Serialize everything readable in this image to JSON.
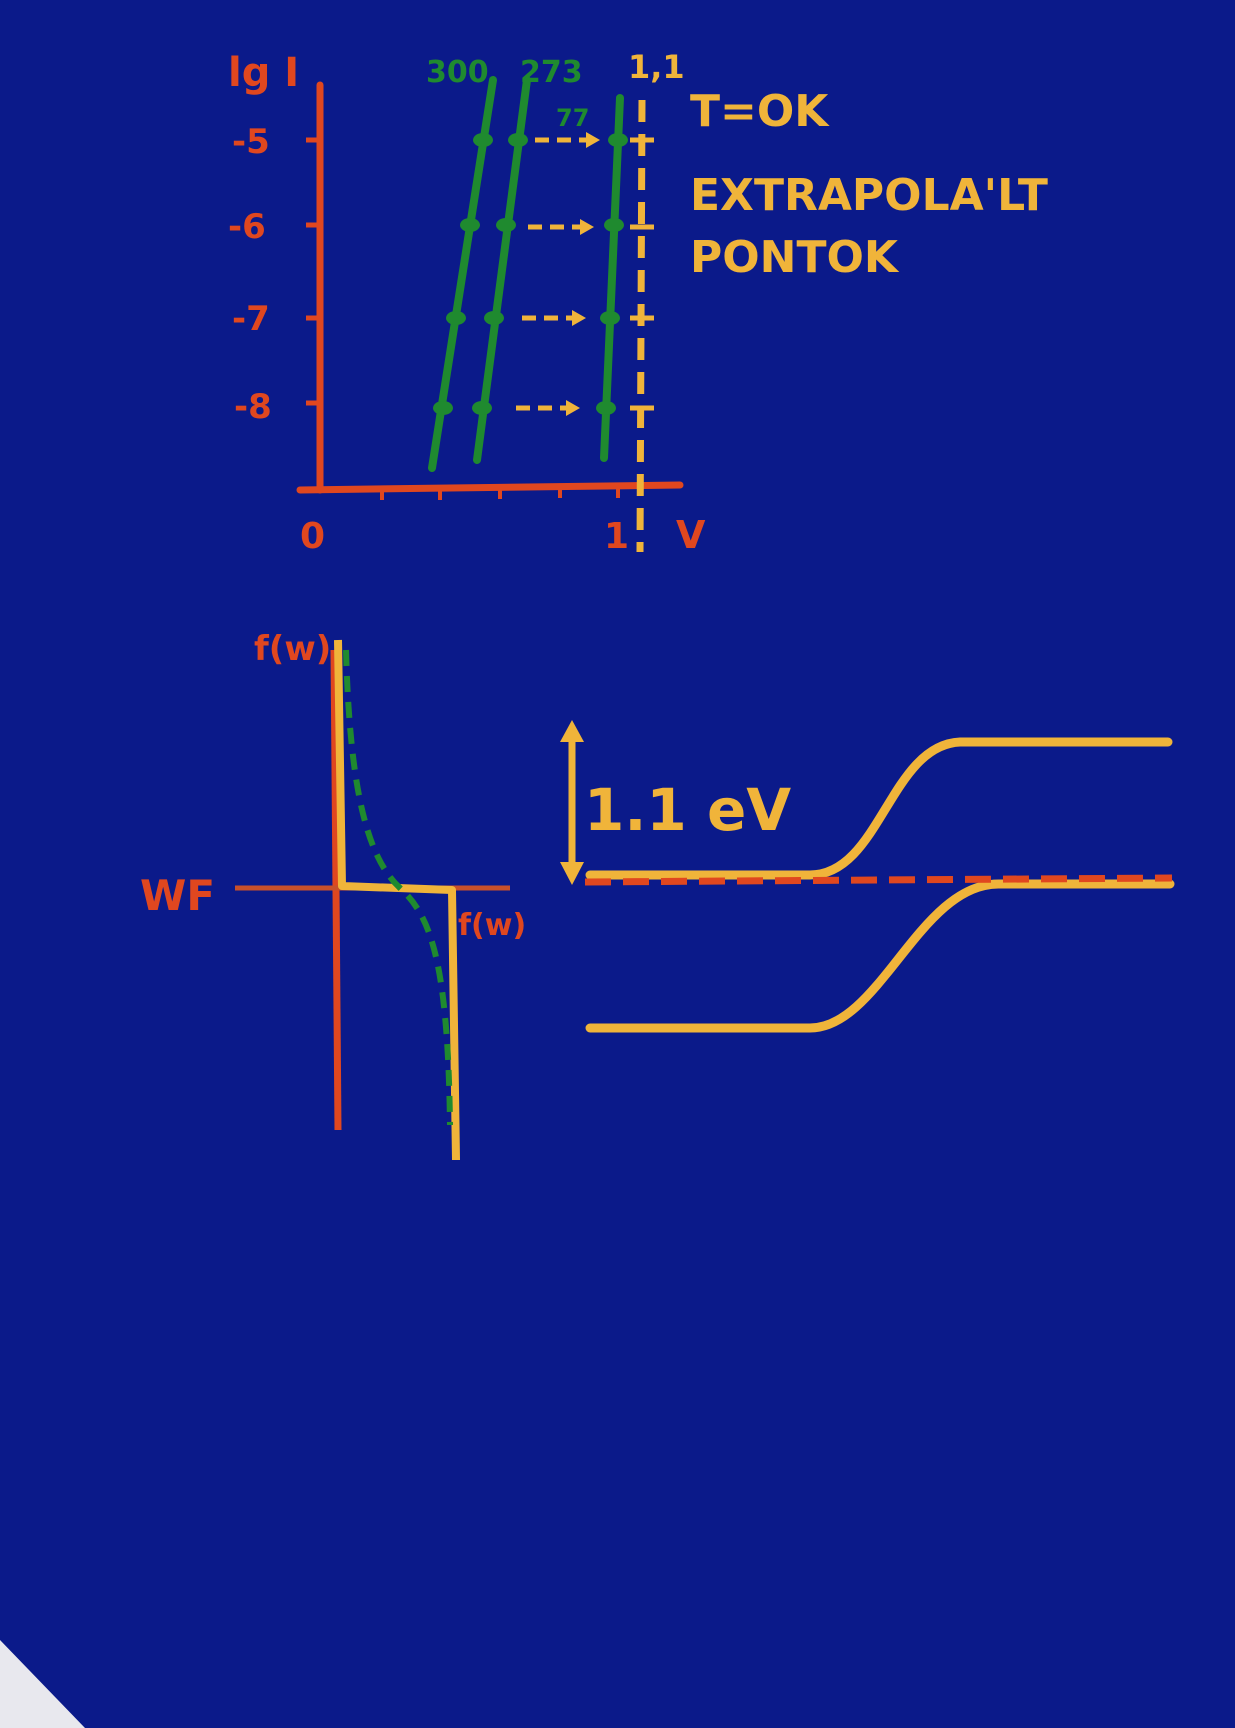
{
  "colors": {
    "background": "#0b1a8a",
    "red": "#e0471f",
    "green": "#1f8a2f",
    "yellow": "#f0b43a"
  },
  "top_plot": {
    "y_axis_label": "lg I",
    "y_ticks": [
      "-5",
      "-6",
      "-7",
      "-8"
    ],
    "x_axis_label": "V",
    "x_ticks": [
      "0",
      "1"
    ],
    "vertical_line_label": "1,1",
    "curve_labels": [
      "300",
      "273",
      "77"
    ],
    "note_line1": "T=OK",
    "note_line2": "EXTRAPOLA'LT",
    "note_line3": "PONTOK"
  },
  "fermi_plot": {
    "y_label": "f(w)",
    "wf_label": "WF",
    "x_label": "f(w)"
  },
  "band_diagram": {
    "gap_label": "1.1 eV"
  }
}
